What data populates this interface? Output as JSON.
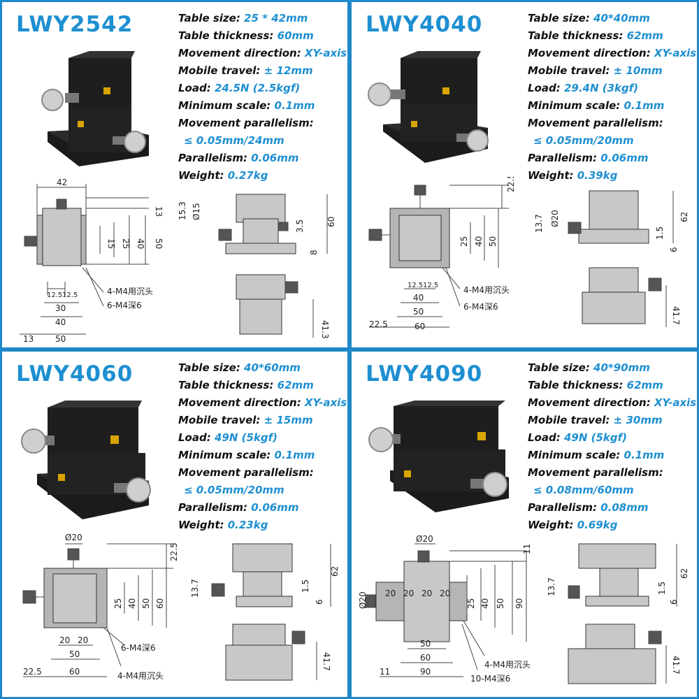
{
  "colors": {
    "accent": "#1e8fd1",
    "border": "#1e88c9",
    "text": "#111111"
  },
  "panels": [
    {
      "model": "LWY2542",
      "specs": [
        {
          "label": "Table size: ",
          "value": "25 * 42mm"
        },
        {
          "label": "Table thickness: ",
          "value": "60mm"
        },
        {
          "label": "Movement direction: ",
          "value": "XY-axis"
        },
        {
          "label": "Mobile travel: ",
          "value": "± 12mm"
        },
        {
          "label": "Load: ",
          "value": "24.5N (2.5kgf)"
        },
        {
          "label": "Minimum scale: ",
          "value": "0.1mm"
        },
        {
          "label": "Movement parallelism:",
          "value": ""
        },
        {
          "label": "",
          "value": "≤ 0.05mm/24mm"
        },
        {
          "label": "Parallelism: ",
          "value": "0.06mm"
        },
        {
          "label": "Weight: ",
          "value": "0.27kg"
        }
      ],
      "dims": {
        "a": "42",
        "b": "13",
        "c": "50",
        "d": "40",
        "e": "25",
        "f": "15",
        "g": "12.5",
        "h": "12.5",
        "i": "30",
        "j": "40",
        "k": "50",
        "l": "13",
        "m": "15.3",
        "n": "Ø15",
        "o": "3.5",
        "p": "8",
        "q": "60",
        "r": "41.3"
      },
      "callouts": [
        "4-M4用沉头",
        "6-M4深6"
      ]
    },
    {
      "model": "LWY4040",
      "specs": [
        {
          "label": "Table size: ",
          "value": "40*40mm"
        },
        {
          "label": "Table thickness: ",
          "value": "62mm"
        },
        {
          "label": "Movement direction: ",
          "value": "XY-axis"
        },
        {
          "label": "Mobile travel: ",
          "value": "± 10mm"
        },
        {
          "label": "Load: ",
          "value": "29.4N (3kgf)"
        },
        {
          "label": "Minimum scale: ",
          "value": "0.1mm"
        },
        {
          "label": "Movement parallelism:",
          "value": ""
        },
        {
          "label": "",
          "value": "≤ 0.05mm/20mm"
        },
        {
          "label": "Parallelism: ",
          "value": "0.06mm"
        },
        {
          "label": "Weight: ",
          "value": "0.39kg"
        }
      ],
      "dims": {
        "a": "22.5",
        "b": "25",
        "c": "40",
        "d": "50",
        "e": "12.5",
        "f": "12.5",
        "g": "40",
        "h": "50",
        "i": "22.5",
        "j": "60",
        "k": "13.7",
        "l": "Ø20",
        "m": "1.5",
        "n": "6",
        "o": "62",
        "p": "41.7"
      },
      "callouts": [
        "4-M4用沉头",
        "6-M4深6"
      ]
    },
    {
      "model": "LWY4060",
      "specs": [
        {
          "label": "Table size: ",
          "value": "40*60mm"
        },
        {
          "label": "Table thickness: ",
          "value": "62mm"
        },
        {
          "label": "Movement direction: ",
          "value": "XY-axis"
        },
        {
          "label": "Mobile travel: ",
          "value": "± 15mm"
        },
        {
          "label": "Load: ",
          "value": "49N (5kgf)"
        },
        {
          "label": "Minimum scale: ",
          "value": "0.1mm"
        },
        {
          "label": "Movement parallelism:",
          "value": ""
        },
        {
          "label": "",
          "value": "≤ 0.05mm/20mm"
        },
        {
          "label": "Parallelism: ",
          "value": "0.06mm"
        },
        {
          "label": "Weight: ",
          "value": "0.23kg"
        }
      ],
      "dims": {
        "a": "Ø20",
        "b": "22.5",
        "c": "25",
        "d": "40",
        "e": "50",
        "f": "60",
        "g": "20",
        "h": "20",
        "i": "50",
        "j": "22.5",
        "k": "60",
        "l": "13.7",
        "m": "1.5",
        "n": "6",
        "o": "62",
        "p": "41.7"
      },
      "callouts": [
        "6-M4深6",
        "4-M4用沉头"
      ]
    },
    {
      "model": "LWY4090",
      "specs": [
        {
          "label": "Table size: ",
          "value": "40*90mm"
        },
        {
          "label": "Table thickness: ",
          "value": "62mm"
        },
        {
          "label": "Movement direction: ",
          "value": "XY-axis"
        },
        {
          "label": "Mobile travel: ",
          "value": "± 30mm"
        },
        {
          "label": "Load: ",
          "value": "49N (5kgf)"
        },
        {
          "label": "Minimum scale: ",
          "value": "0.1mm"
        },
        {
          "label": "Movement parallelism:",
          "value": ""
        },
        {
          "label": "",
          "value": "≤ 0.08mm/60mm"
        },
        {
          "label": "Parallelism: ",
          "value": "0.08mm"
        },
        {
          "label": "Weight: ",
          "value": "0.69kg"
        }
      ],
      "dims": {
        "a": "Ø20",
        "b": "11",
        "c": "Ø20",
        "d": "20",
        "e": "20",
        "f": "20",
        "g": "20",
        "h": "25",
        "i": "40",
        "j": "50",
        "k": "90",
        "l": "50",
        "m": "60",
        "n": "11",
        "o": "90",
        "p": "13.7",
        "q": "1.5",
        "r": "6",
        "s": "62",
        "t": "41.7"
      },
      "callouts": [
        "4-M4用沉头",
        "10-M4深6"
      ]
    }
  ]
}
